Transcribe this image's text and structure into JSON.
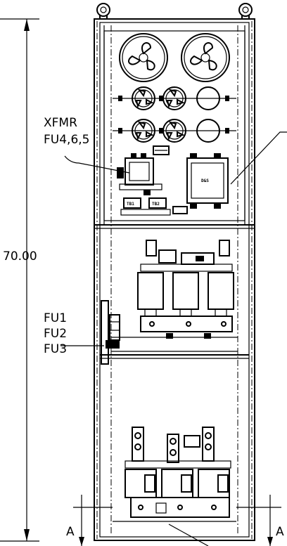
{
  "labels": {
    "xfmr": "XFMR",
    "fu456": "FU4,6,5",
    "dimension": "70.00",
    "fu1": "FU1",
    "fu2": "FU2",
    "fu3": "FU3",
    "section_left": "A",
    "section_right": "A",
    "tb1": "TB1",
    "tb2": "TB2",
    "device": "D&S"
  },
  "colors": {
    "ink": "#000000",
    "background": "#ffffff"
  }
}
